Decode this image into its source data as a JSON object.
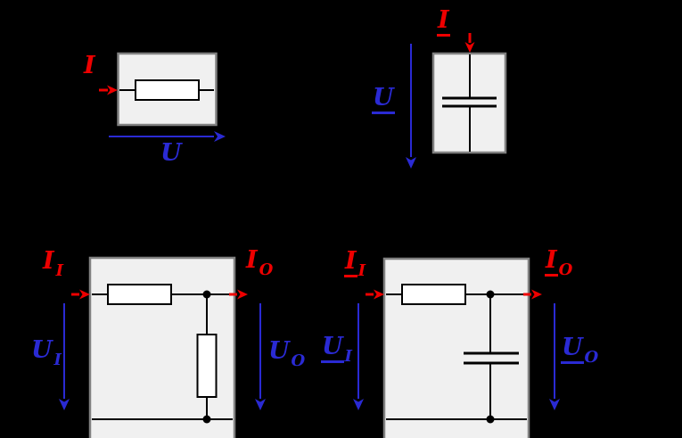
{
  "colors": {
    "red": "#ee0000",
    "blue": "#2a2ad4",
    "box_fill": "#f0f0f0",
    "box_border": "#808080",
    "wire": "#000000",
    "component_fill": "#ffffff",
    "background": "#000000"
  },
  "diagrams": {
    "resistor_element": {
      "current": {
        "main": "I",
        "underlined": false
      },
      "voltage": {
        "main": "U",
        "underlined": false
      }
    },
    "capacitor_element": {
      "current": {
        "main": "I",
        "underlined": true
      },
      "voltage": {
        "main": "U",
        "underlined": true
      }
    },
    "resistor_divider": {
      "current_in": {
        "main": "I",
        "sub": "I",
        "underlined": false
      },
      "current_out": {
        "main": "I",
        "sub": "O",
        "underlined": false
      },
      "voltage_in": {
        "main": "U",
        "sub": "I",
        "underlined": false
      },
      "voltage_out": {
        "main": "U",
        "sub": "O",
        "underlined": false
      }
    },
    "rc_lowpass": {
      "current_in": {
        "main": "I",
        "sub": "I",
        "underlined": true
      },
      "current_out": {
        "main": "I",
        "sub": "O",
        "underlined": true
      },
      "voltage_in": {
        "main": "U",
        "sub": "I",
        "underlined": true
      },
      "voltage_out": {
        "main": "U",
        "sub": "O",
        "underlined": true
      }
    }
  }
}
